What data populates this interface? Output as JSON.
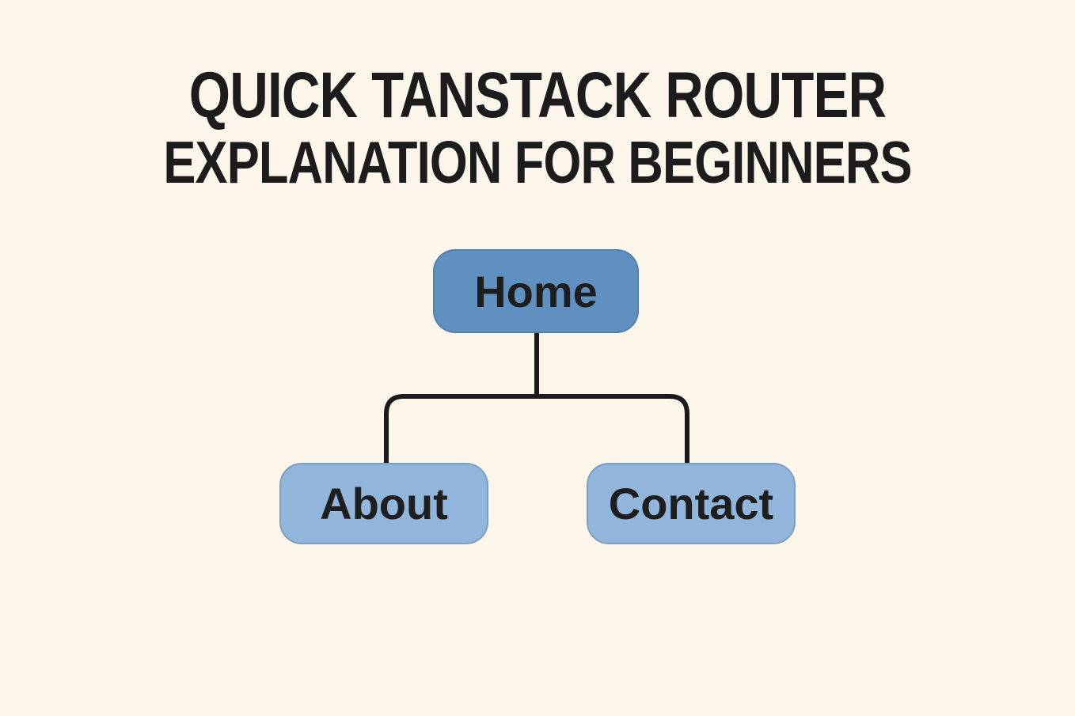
{
  "title": {
    "line1": "QUICK TANSTACK ROUTER",
    "line2": "EXPLANATION FOR BEGINNERS"
  },
  "diagram": {
    "type": "tree",
    "root": {
      "label": "Home"
    },
    "children": [
      {
        "label": "About"
      },
      {
        "label": "Contact"
      }
    ]
  },
  "colors": {
    "background": "#fcf6ea",
    "root_node_fill": "#6090c0",
    "child_node_fill": "#92b5db",
    "connector": "#1b1b1b",
    "text": "#1c1c1c"
  }
}
